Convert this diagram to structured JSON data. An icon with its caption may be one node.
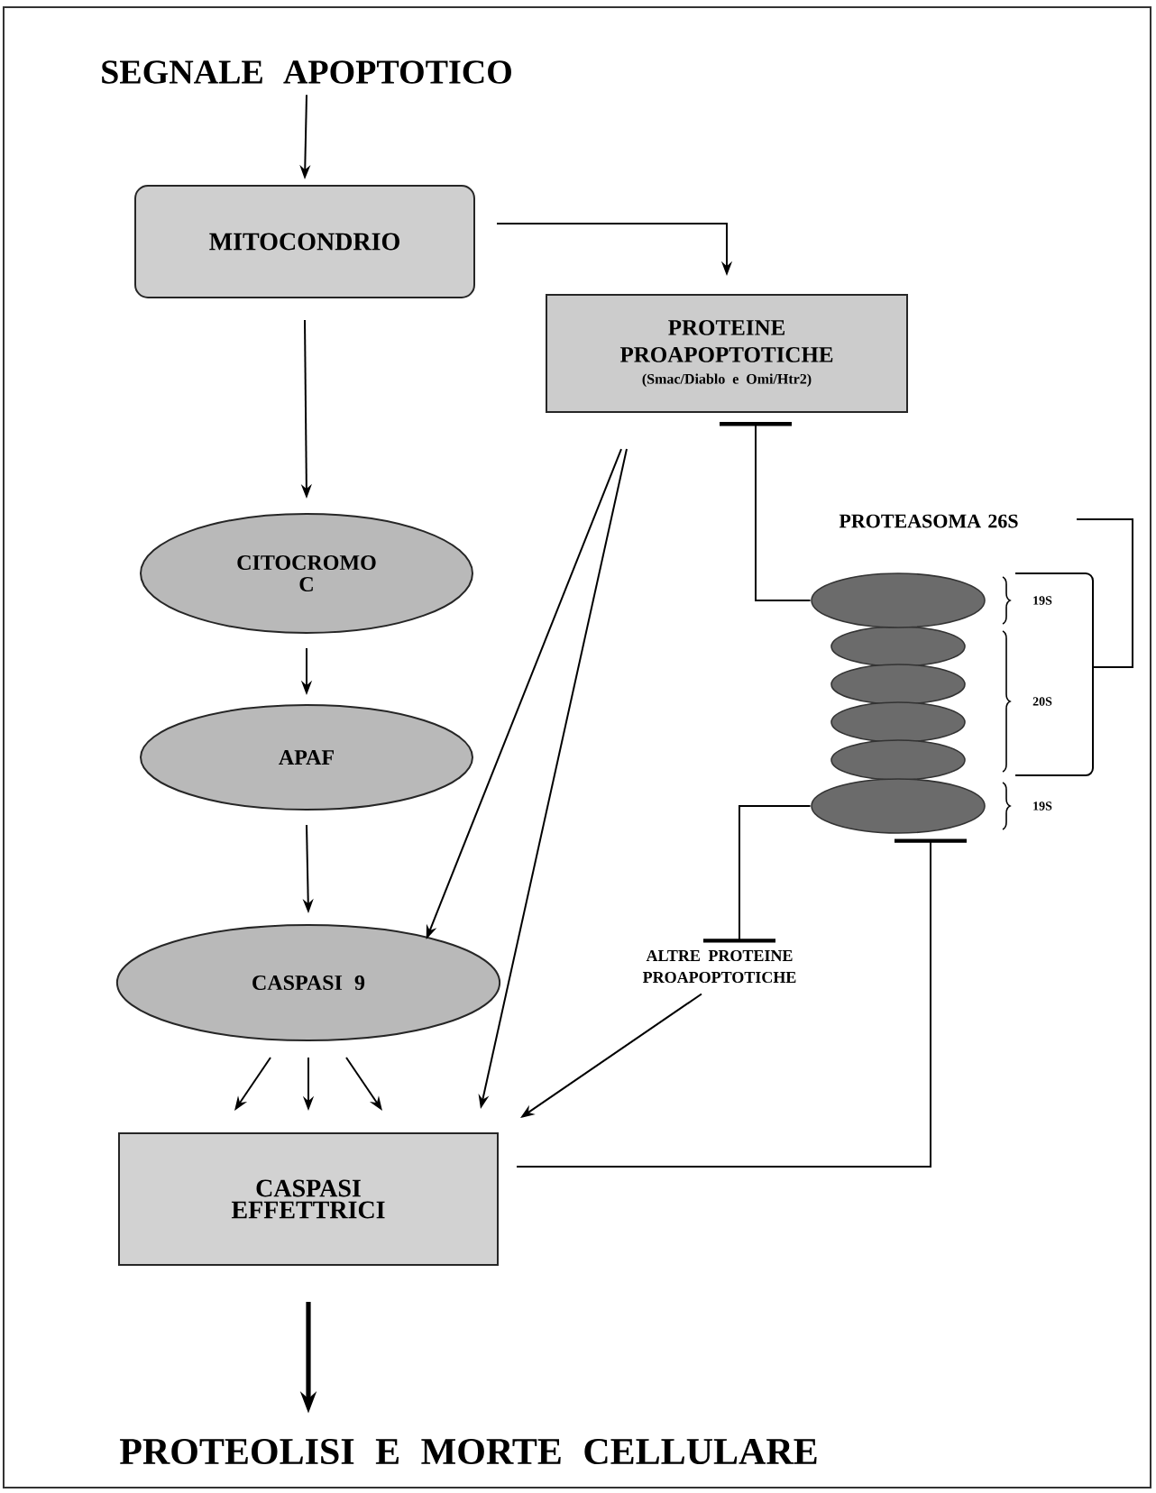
{
  "diagram": {
    "nodes": [
      {
        "text": [
          "SEGNALE APOPTOTICO"
        ]
      },
      {
        "text": [
          "MITOCONDRIO"
        ]
      },
      {
        "text": [
          "PROTEINE PROAPOPTOTICHE",
          "(Smac/Diablo e Omi/Htr2)"
        ]
      },
      {
        "text": [
          "CITOCROMO C"
        ]
      },
      {
        "text": [],
        "shape": "picture"
      },
      {
        "text": [
          "APAF"
        ]
      },
      {
        "text": [
          "CASPASI 9"
        ]
      },
      {
        "text": [
          "ALTRE PROTEINE PROAPOPTOTICHE"
        ]
      },
      {
        "text": [
          "CASPASI EFFETTRICI"
        ]
      },
      {
        "text": [
          "PROTEOLISI E MORTE CELLULARE"
        ]
      }
    ],
    "edges": [
      {
        "from": 0,
        "to": 1,
        "arrow": "to"
      },
      {
        "from": 1,
        "to": 2,
        "arrow": "to"
      },
      {
        "from": 1,
        "to": 3,
        "arrow": "to"
      },
      {
        "from": 4,
        "to": 2,
        "arrow": "other"
      },
      {
        "from": 3,
        "to": 5,
        "arrow": "to"
      },
      {
        "from": 2,
        "to": 6,
        "arrow": "to"
      },
      {
        "from": 2,
        "to": 8,
        "arrow": "to"
      },
      {
        "from": 4,
        "to": 7,
        "arrow": "other"
      },
      {
        "from": 5,
        "to": 6,
        "arrow": "to"
      },
      {
        "from": 6,
        "to": 8,
        "arrow": "to"
      },
      {
        "from": 6,
        "to": 8,
        "arrow": "to"
      },
      {
        "from": 6,
        "to": 8,
        "arrow": "to"
      },
      {
        "from": 7,
        "to": 8,
        "arrow": "to"
      },
      {
        "from": 8,
        "to": 4,
        "arrow": "other"
      },
      {
        "from": 8,
        "to": 9,
        "arrow": "to",
        "style": "thick"
      }
    ],
    "labels": [
      "PROTEASOMA 26S",
      "19S",
      "20S",
      "19S"
    ]
  }
}
